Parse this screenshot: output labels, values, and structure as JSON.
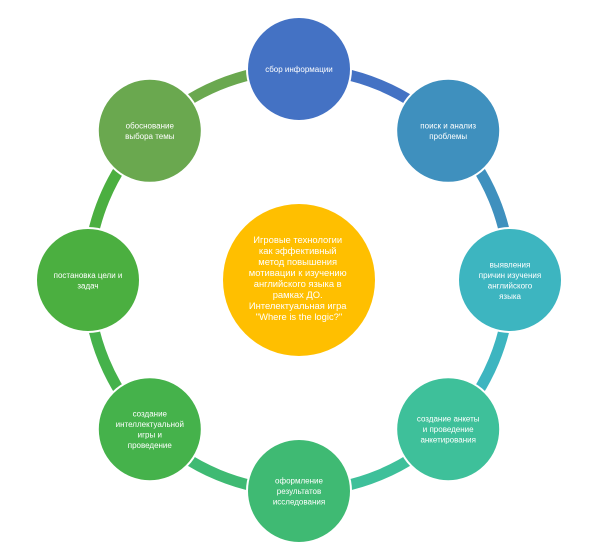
{
  "colors": {
    "center": "#FFBF00",
    "node_0": "#4472C4",
    "node_1": "#3F90BE",
    "node_2": "#3DB5C0",
    "node_3": "#3EC09A",
    "node_4": "#3FBA73",
    "node_5": "#45B24B",
    "node_6": "#4BAF40",
    "node_7": "#6AA84F"
  },
  "center": {
    "lines": [
      "Игровые технологии",
      "как эффективный",
      "метод повышения",
      "мотивации к изучению",
      "английского языка в",
      "рамках ДО.",
      "Интелектуальная игра",
      "\"Where is the logic?\""
    ]
  },
  "nodes": [
    {
      "lines": [
        "сбор информации"
      ]
    },
    {
      "lines": [
        "поиск и анализ",
        "проблемы"
      ]
    },
    {
      "lines": [
        "выявления",
        "причин изучения",
        "английского",
        "языка"
      ]
    },
    {
      "lines": [
        "создание анкеты",
        "и проведение",
        "анкетирования"
      ]
    },
    {
      "lines": [
        "оформление",
        "результатов",
        "исследования"
      ]
    },
    {
      "lines": [
        "создание",
        "интеллектуальной",
        "игры и",
        "проведение"
      ]
    },
    {
      "lines": [
        "постановка цели и",
        "задач"
      ]
    },
    {
      "lines": [
        "обоснование",
        "выбора темы"
      ]
    }
  ]
}
